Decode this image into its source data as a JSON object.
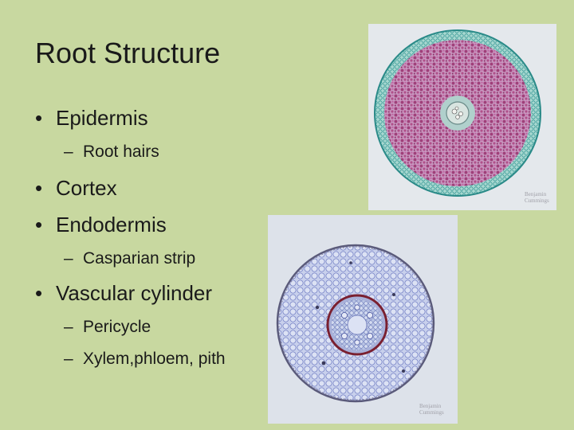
{
  "slide": {
    "title": "Root Structure",
    "bullets": [
      {
        "text": "Epidermis",
        "level": 1
      },
      {
        "text": "Root hairs",
        "level": 2
      },
      {
        "text": "Cortex",
        "level": 1
      },
      {
        "text": "Endodermis",
        "level": 1
      },
      {
        "text": "Casparian strip",
        "level": 2
      },
      {
        "text": "Vascular cylinder",
        "level": 1
      },
      {
        "text": "Pericycle",
        "level": 2
      },
      {
        "text": "Xylem,phloem, pith",
        "level": 2
      }
    ],
    "bullet_symbol": "•",
    "sub_bullet_symbol": "–",
    "images": {
      "top_micrograph": {
        "watermark_line1": "Benjamin",
        "watermark_line2": "Cummings"
      },
      "bottom_micrograph": {
        "watermark_line1": "Benjamin",
        "watermark_line2": "Cummings"
      }
    },
    "colors": {
      "background": "#c8d8a0",
      "stain_magenta": "#a0407a",
      "stain_teal": "#7ec0b8",
      "stain_blue": "#8a9ad8",
      "endodermis_ring": "#7a2030"
    }
  }
}
